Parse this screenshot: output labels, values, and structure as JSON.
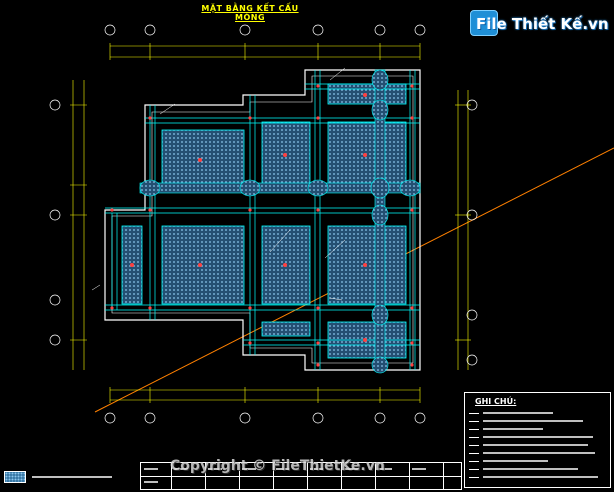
{
  "drawing": {
    "title": "MẶT BẰNG KẾT CẤU MÓNG",
    "logo_text": "File Thiết Kế",
    "logo_domain": ".vn"
  },
  "notes": {
    "title": "GHI CHÚ:"
  },
  "watermark": "Copyright © FileThietKe.vn",
  "colors": {
    "background": "#000000",
    "title": "#ffff00",
    "wall_cyan": "#00ffff",
    "hatch_blue": "#2a6b99",
    "hatch_dot": "#8cc7ee",
    "grid_red": "#ff4040",
    "dimension": "#ffff00",
    "section_line": "#ff8000",
    "text_white": "#ffffff"
  },
  "icons": [
    "file-thiet-ke-logo-icon",
    "hatch-swatch-icon"
  ]
}
